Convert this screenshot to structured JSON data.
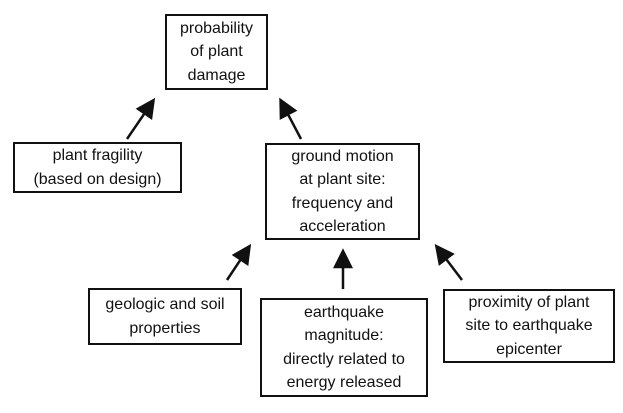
{
  "diagram": {
    "title": "earthquake plant damage influence diagram",
    "colors": {
      "background": "#ffffff",
      "box_border": "#111111",
      "text": "#111111",
      "arrow": "#111111"
    },
    "nodes": [
      {
        "id": "probability",
        "label": "probability\nof plant\ndamage"
      },
      {
        "id": "fragility",
        "label": "plant fragility\n(based on design)"
      },
      {
        "id": "ground-motion",
        "label": "ground motion\nat plant site:\nfrequency and\nacceleration"
      },
      {
        "id": "geologic",
        "label": "geologic and soil\nproperties"
      },
      {
        "id": "magnitude",
        "label": "earthquake\nmagnitude:\ndirectly related to\nenergy released"
      },
      {
        "id": "proximity",
        "label": "proximity of plant\nsite to earthquake\nepicenter"
      }
    ],
    "edges": [
      {
        "from": "fragility",
        "to": "probability"
      },
      {
        "from": "ground-motion",
        "to": "probability"
      },
      {
        "from": "geologic",
        "to": "ground-motion"
      },
      {
        "from": "magnitude",
        "to": "ground-motion"
      },
      {
        "from": "proximity",
        "to": "ground-motion"
      }
    ]
  }
}
